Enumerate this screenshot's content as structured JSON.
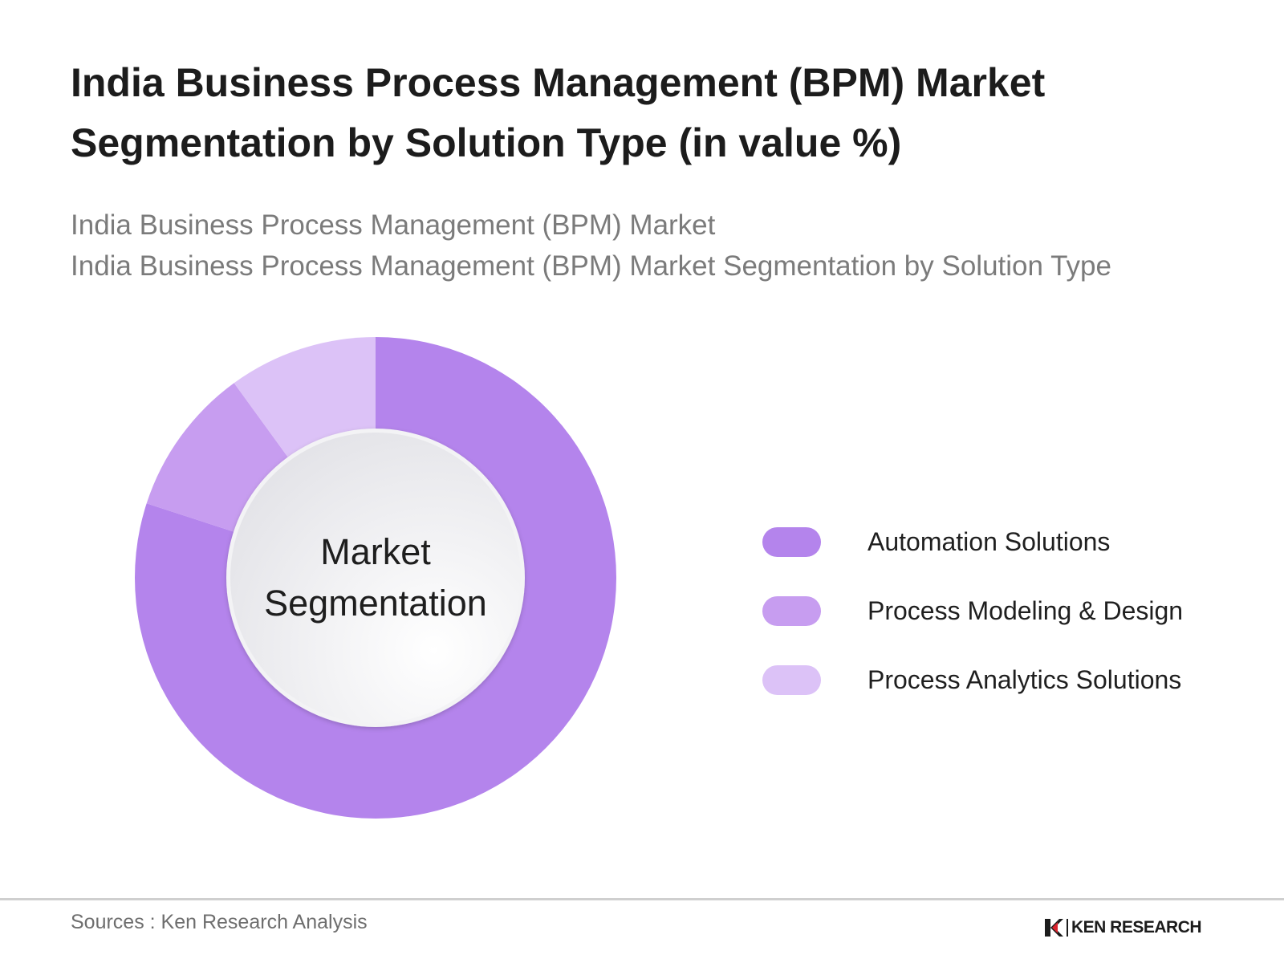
{
  "title_line1": "India Business Process Management (BPM) Market",
  "title_line2": "Segmentation by Solution Type (in value %)",
  "subtitle_line1": "India Business Process Management (BPM) Market",
  "subtitle_line2": "India Business Process Management (BPM) Market Segmentation by Solution Type",
  "center_label_line1": "Market",
  "center_label_line2": "Segmentation",
  "chart_data": {
    "type": "pie",
    "donut": true,
    "categories": [
      "Automation Solutions",
      "Process Modeling & Design",
      "Process Analytics Solutions"
    ],
    "values": [
      80,
      10,
      10
    ],
    "colors": [
      "#b484ec",
      "#c79df0",
      "#dcc2f7"
    ],
    "legend_position": "right"
  },
  "footer": {
    "source": "Sources : Ken Research Analysis",
    "brand": "KEN RESEARCH",
    "brand_icon": "ken-research-logo-icon"
  }
}
